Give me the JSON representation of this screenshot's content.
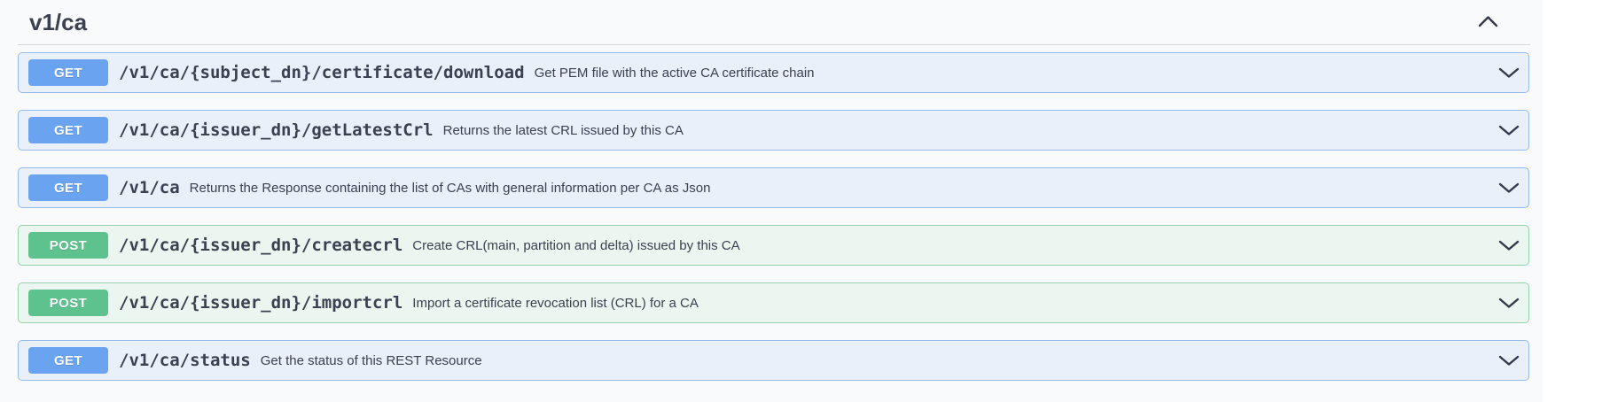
{
  "section": {
    "title": "v1/ca",
    "collapse_icon": "chevron-up"
  },
  "colors": {
    "get_badge": "#6aa3f0",
    "get_background": "#e9f0fa",
    "get_border": "#93bbec",
    "post_badge": "#5ec28f",
    "post_background": "#eaf6ef",
    "post_border": "#95d2ad",
    "text": "#3b4151"
  },
  "endpoints": [
    {
      "method": "GET",
      "path": "/v1/ca/{subject_dn}/certificate/download",
      "description": "Get PEM file with the active CA certificate chain",
      "expand_icon": "chevron-down"
    },
    {
      "method": "GET",
      "path": "/v1/ca/{issuer_dn}/getLatestCrl",
      "description": "Returns the latest CRL issued by this CA",
      "expand_icon": "chevron-down"
    },
    {
      "method": "GET",
      "path": "/v1/ca",
      "description": "Returns the Response containing the list of CAs with general information per CA as Json",
      "expand_icon": "chevron-down"
    },
    {
      "method": "POST",
      "path": "/v1/ca/{issuer_dn}/createcrl",
      "description": "Create CRL(main, partition and delta) issued by this CA",
      "expand_icon": "chevron-down"
    },
    {
      "method": "POST",
      "path": "/v1/ca/{issuer_dn}/importcrl",
      "description": "Import a certificate revocation list (CRL) for a CA",
      "expand_icon": "chevron-down"
    },
    {
      "method": "GET",
      "path": "/v1/ca/status",
      "description": "Get the status of this REST Resource",
      "expand_icon": "chevron-down"
    }
  ]
}
